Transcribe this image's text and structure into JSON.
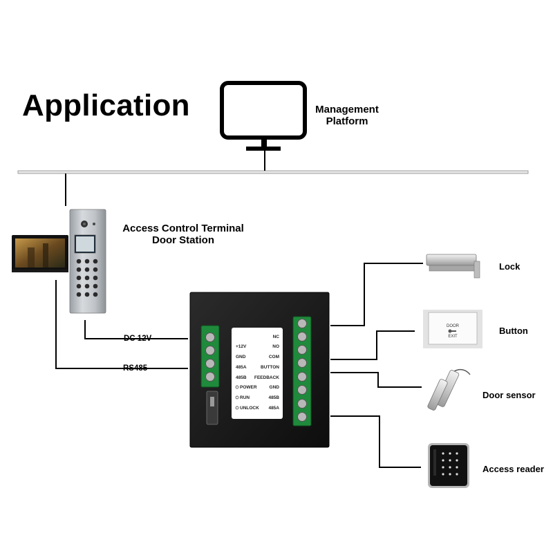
{
  "title": "Application",
  "management": {
    "line1": "Management",
    "line2": "Platform"
  },
  "terminal": {
    "line1": "Access Control Terminal",
    "line2": "Door Station"
  },
  "wires": {
    "dc": "DC 12V",
    "rs485": "RS485"
  },
  "outputs": {
    "lock": "Lock",
    "button": "Button",
    "door_sensor": "Door sensor",
    "access_reader": "Access reader"
  },
  "panel": {
    "left": [
      "+12V",
      "GND",
      "485A",
      "485B",
      "POWER",
      "RUN",
      "UNLOCK"
    ],
    "right": [
      "NC",
      "NO",
      "COM",
      "BUTTON",
      "FEEDBACK",
      "GND",
      "485B",
      "485A"
    ]
  },
  "button_device": {
    "line1": "DOOR",
    "line2": "EXIT"
  }
}
